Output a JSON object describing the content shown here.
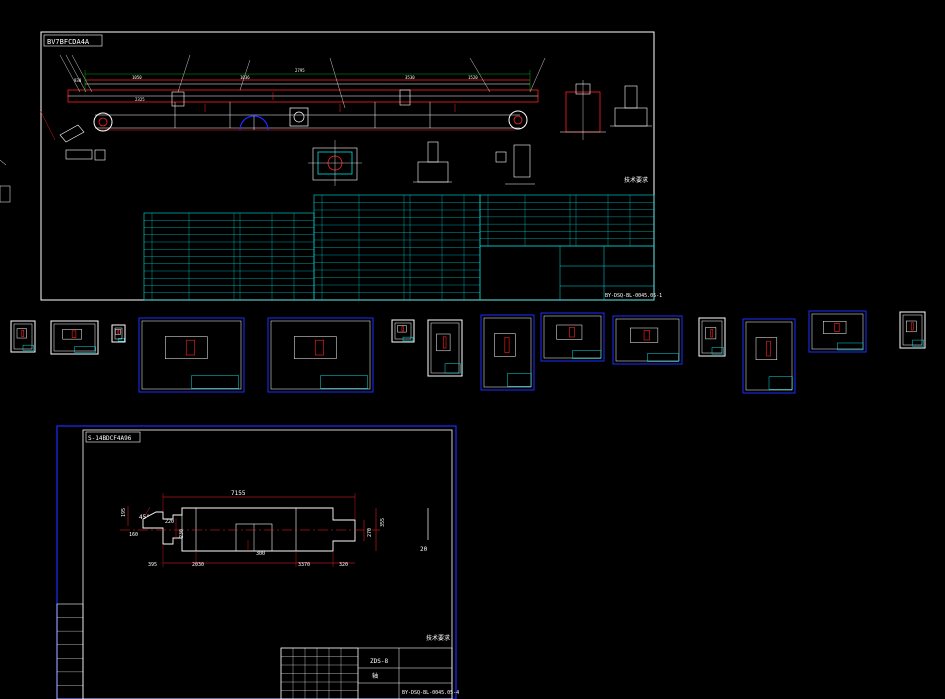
{
  "colors": {
    "background": "#000000",
    "frame": "#ffffff",
    "frame_blue": "#1c2cff",
    "table_cyan": "#00e0e0",
    "part_red": "#ff2020",
    "part_white": "#ffffff",
    "dim_green": "#00d000",
    "text_white": "#ffffff"
  },
  "main_sheet": {
    "title_stamp": "BV7BFCDA4A",
    "dims": [
      "2795",
      "1050",
      "2325",
      "1036",
      "3530",
      "1520",
      "930"
    ],
    "notes": [
      "技术要求"
    ],
    "drawing_no": "BY-DSQ-BL-0045.05-1"
  },
  "shaft_sheet": {
    "title_stamp": "S-14BDCF4A96",
    "dims": {
      "overall": "7155",
      "left_height": "195",
      "chamfer": "45°",
      "left_dia": "160",
      "step1": "220",
      "step2": "230",
      "bottom_left": "395",
      "bottom_mid": "2030",
      "center": "300",
      "bottom_right": "3370",
      "right_end": "320",
      "right_dia1": "270",
      "right_dia2": "355"
    },
    "note_value": "20",
    "title_block_code": "ZDS-8",
    "title_block_part": "轴",
    "drawing_no": "BY-DSQ-BL-0045.05-4"
  }
}
